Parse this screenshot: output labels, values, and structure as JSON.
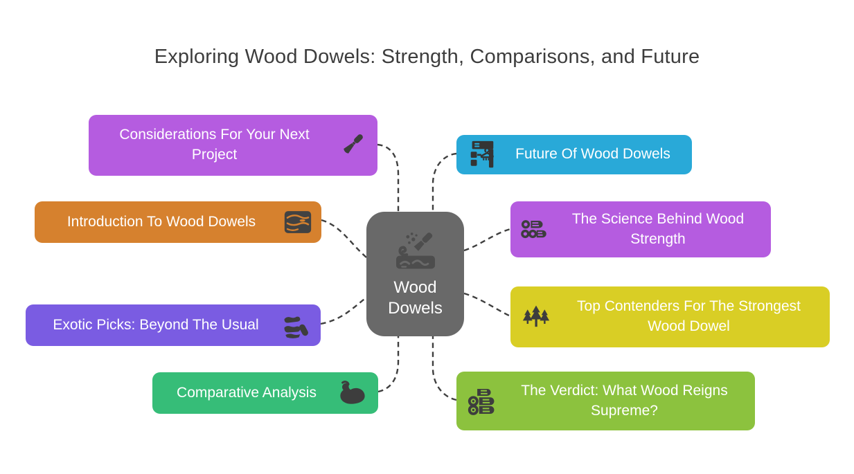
{
  "title": "Exploring Wood Dowels: Strength, Comparisons, and Future",
  "background_color": "#ffffff",
  "connector_color": "#3f3f3f",
  "title_color": "#3d3d3d",
  "center": {
    "label": "Wood Dowels",
    "icon": "wood-carving-icon",
    "color": "#696969"
  },
  "nodes": [
    {
      "id": "considerations",
      "label": "Considerations For Your Next Project",
      "icon": "chisel-icon",
      "color": "#b55ce0",
      "side": "left"
    },
    {
      "id": "introduction",
      "label": "Introduction To Wood Dowels",
      "icon": "wood-plank-icon",
      "color": "#d6812e",
      "side": "left"
    },
    {
      "id": "exotic-picks",
      "label": "Exotic Picks: Beyond The Usual",
      "icon": "wood-pieces-icon",
      "color": "#7a5ce2",
      "side": "left"
    },
    {
      "id": "comparative-analysis",
      "label": "Comparative Analysis",
      "icon": "flexed-biceps-icon",
      "color": "#36bd78",
      "side": "left"
    },
    {
      "id": "future",
      "label": "Future Of Wood Dowels",
      "icon": "furniture-assembly-icon",
      "color": "#29a9d8",
      "side": "right"
    },
    {
      "id": "science",
      "label": "The Science Behind Wood Strength",
      "icon": "wood-logs-icon",
      "color": "#b55ce0",
      "side": "right"
    },
    {
      "id": "top-contenders",
      "label": "Top Contenders For The Strongest Wood Dowel",
      "icon": "pine-trees-icon",
      "color": "#d9ce25",
      "side": "right"
    },
    {
      "id": "verdict",
      "label": "The Verdict: What Wood Reigns Supreme?",
      "icon": "stacked-logs-icon",
      "color": "#8cc23e",
      "side": "right"
    }
  ]
}
